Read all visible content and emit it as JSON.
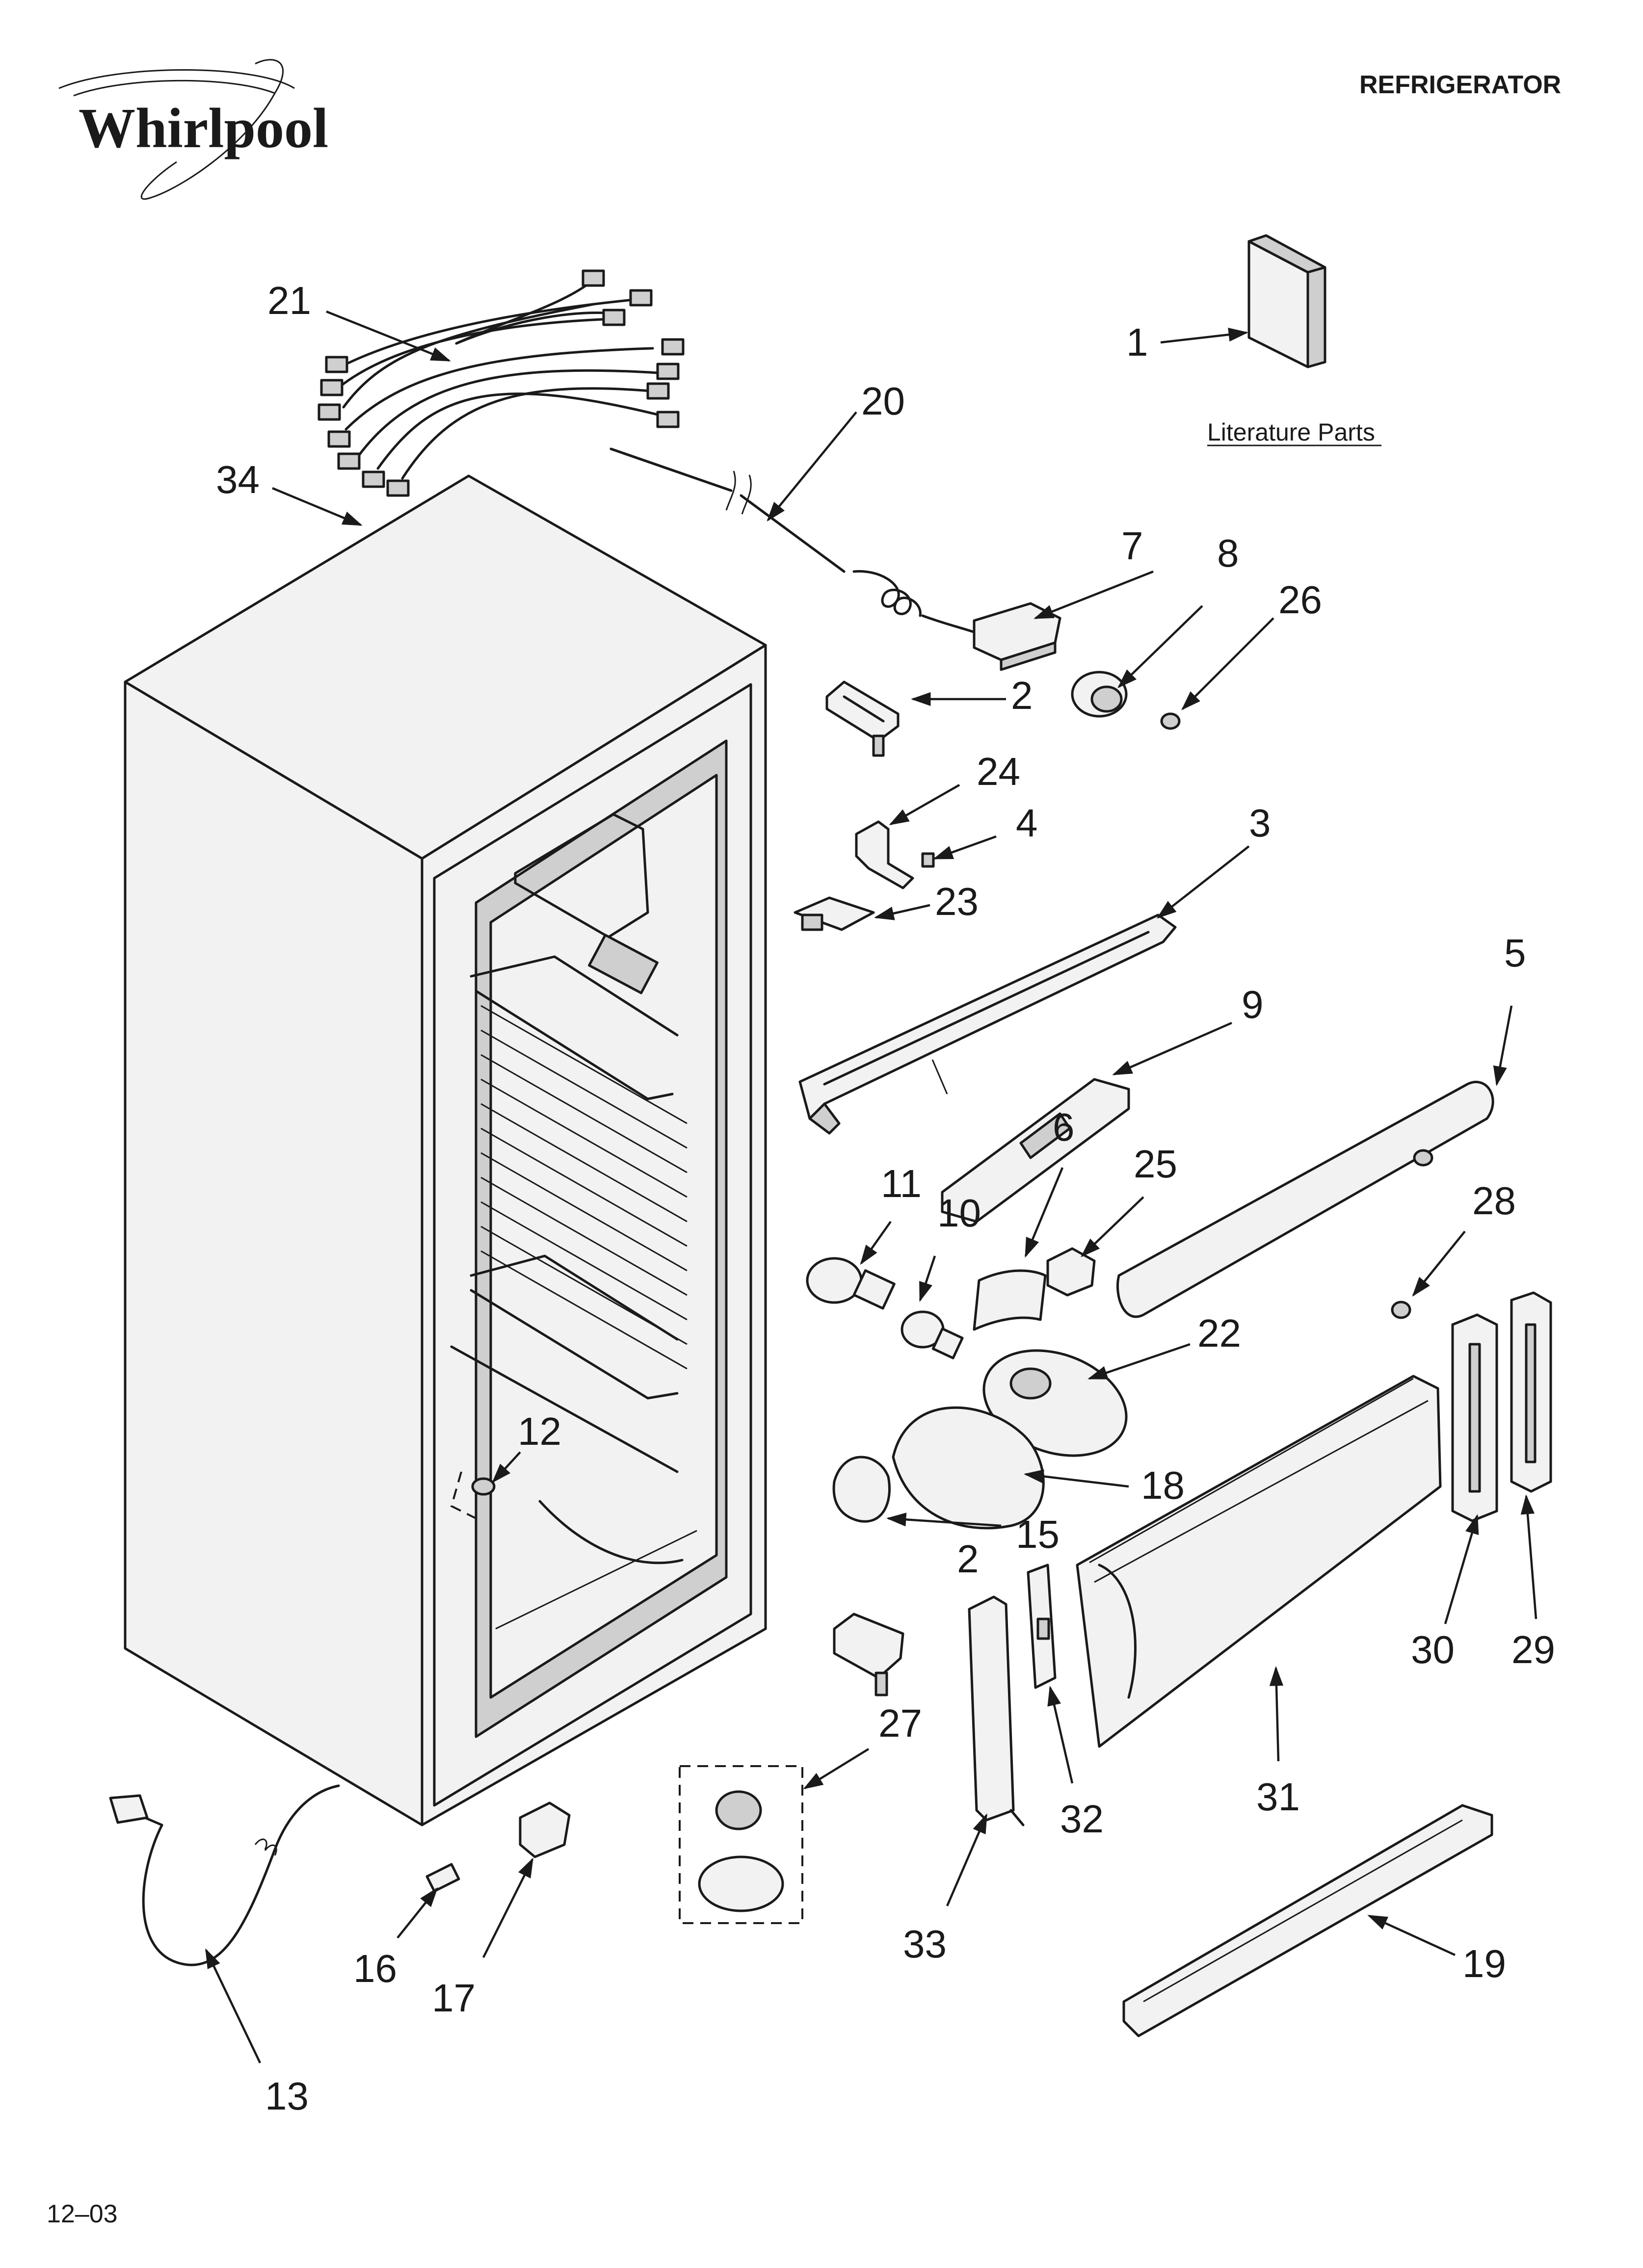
{
  "header": {
    "brand": "Whirlpool",
    "title": "REFRIGERATOR"
  },
  "literature_label": "Literature Parts",
  "footer": {
    "code": "12–03"
  },
  "callouts": [
    "1",
    "2",
    "2",
    "3",
    "4",
    "5",
    "6",
    "7",
    "8",
    "9",
    "10",
    "11",
    "12",
    "13",
    "15",
    "16",
    "17",
    "18",
    "19",
    "20",
    "21",
    "22",
    "23",
    "24",
    "25",
    "26",
    "27",
    "28",
    "29",
    "30",
    "31",
    "32",
    "33",
    "34"
  ]
}
